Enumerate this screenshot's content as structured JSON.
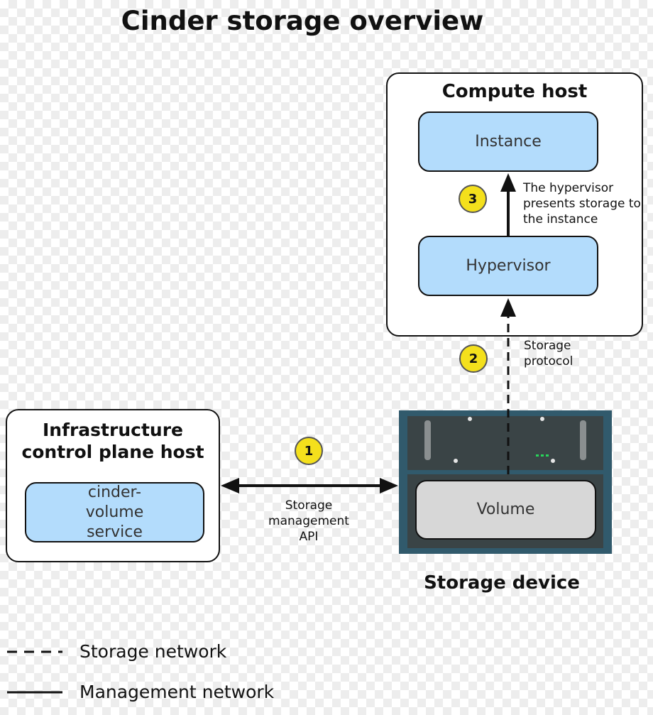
{
  "title": "Cinder storage overview",
  "compute_host": {
    "title": "Compute host",
    "instance": "Instance",
    "hypervisor": "Hypervisor",
    "step3_badge": "3",
    "step3_note": "The hypervisor presents storage to the instance"
  },
  "control_host": {
    "title": "Infrastructure control plane host",
    "service": "cinder-volume service"
  },
  "storage_device": {
    "label": "Storage device",
    "volume": "Volume"
  },
  "links": {
    "step1_badge": "1",
    "step1_note": "Storage management API",
    "step2_badge": "2",
    "step2_note": "Storage protocol"
  },
  "legend": {
    "storage_network": "Storage network",
    "management_network": "Management network"
  },
  "colors": {
    "component_fill": "#b3dcfc",
    "badge_fill": "#f4e01c",
    "device_frame": "#315a6c",
    "device_panel": "#3a4446",
    "volume_fill": "#d7d7d7"
  }
}
